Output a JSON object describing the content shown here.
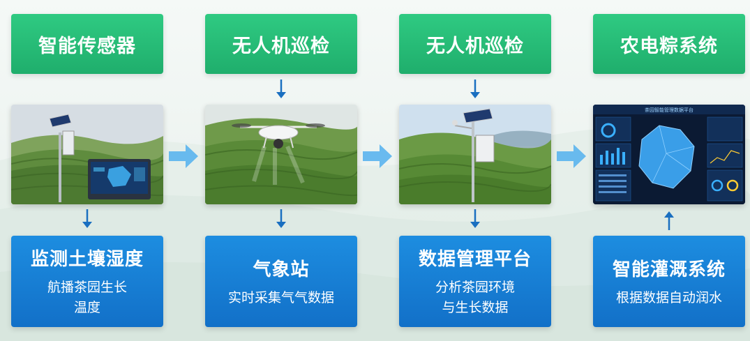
{
  "steps": [
    {
      "top_label": "智能传感器",
      "bottom_title": "监测土壤湿度",
      "bottom_desc_lines": [
        "航播茶园生长",
        "温度"
      ]
    },
    {
      "top_label": "无人机巡检",
      "bottom_title": "气象站",
      "bottom_desc_lines": [
        "实时采集气气数据"
      ]
    },
    {
      "top_label": "无人机巡检",
      "bottom_title": "数据管理平台",
      "bottom_desc_lines": [
        "分析茶园环境",
        "与生长数据"
      ]
    },
    {
      "top_label": "农电粽系统",
      "bottom_title": "智能灌溉系统",
      "bottom_desc_lines": [
        "根据数据自动润水"
      ]
    }
  ],
  "dashboard_title": "茶园智能管理数据平台",
  "colors": {
    "green": "#1fae6c",
    "blue": "#1270c8",
    "arrow": "#1a6fc0",
    "flow_arrow": "#5ab4ee"
  }
}
